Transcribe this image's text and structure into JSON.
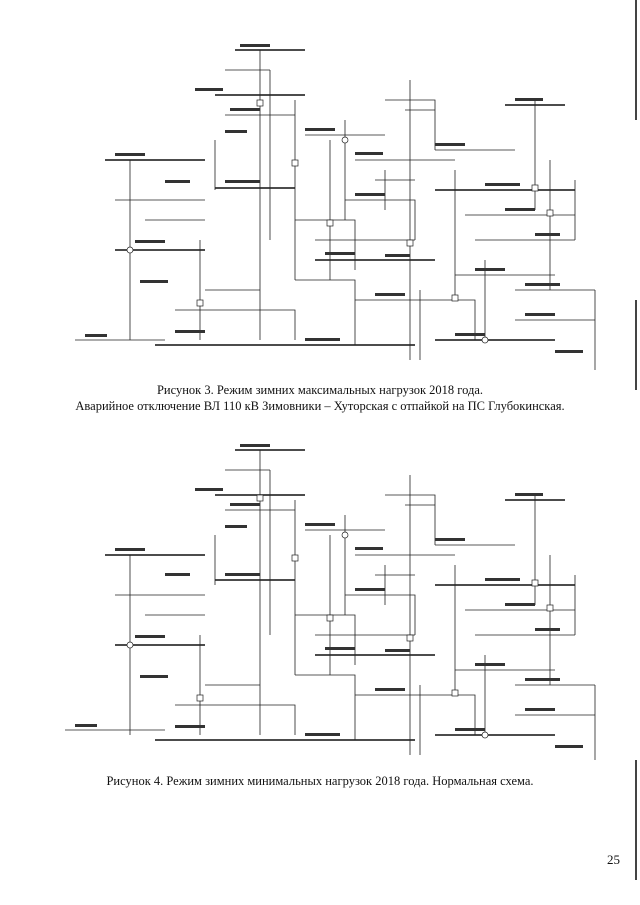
{
  "figure3": {
    "caption_line1": "Рисунок 3. Режим зимних максимальных нагрузок 2018 года.",
    "caption_line2": "Аварийное отключение ВЛ 110 кВ Зимовники – Хуторская с отпайкой на ПС Глубокинская."
  },
  "figure4": {
    "caption": "Рисунок 4. Режим зимних минимальных нагрузок 2018 года. Нормальная схема."
  },
  "page_number": "25"
}
